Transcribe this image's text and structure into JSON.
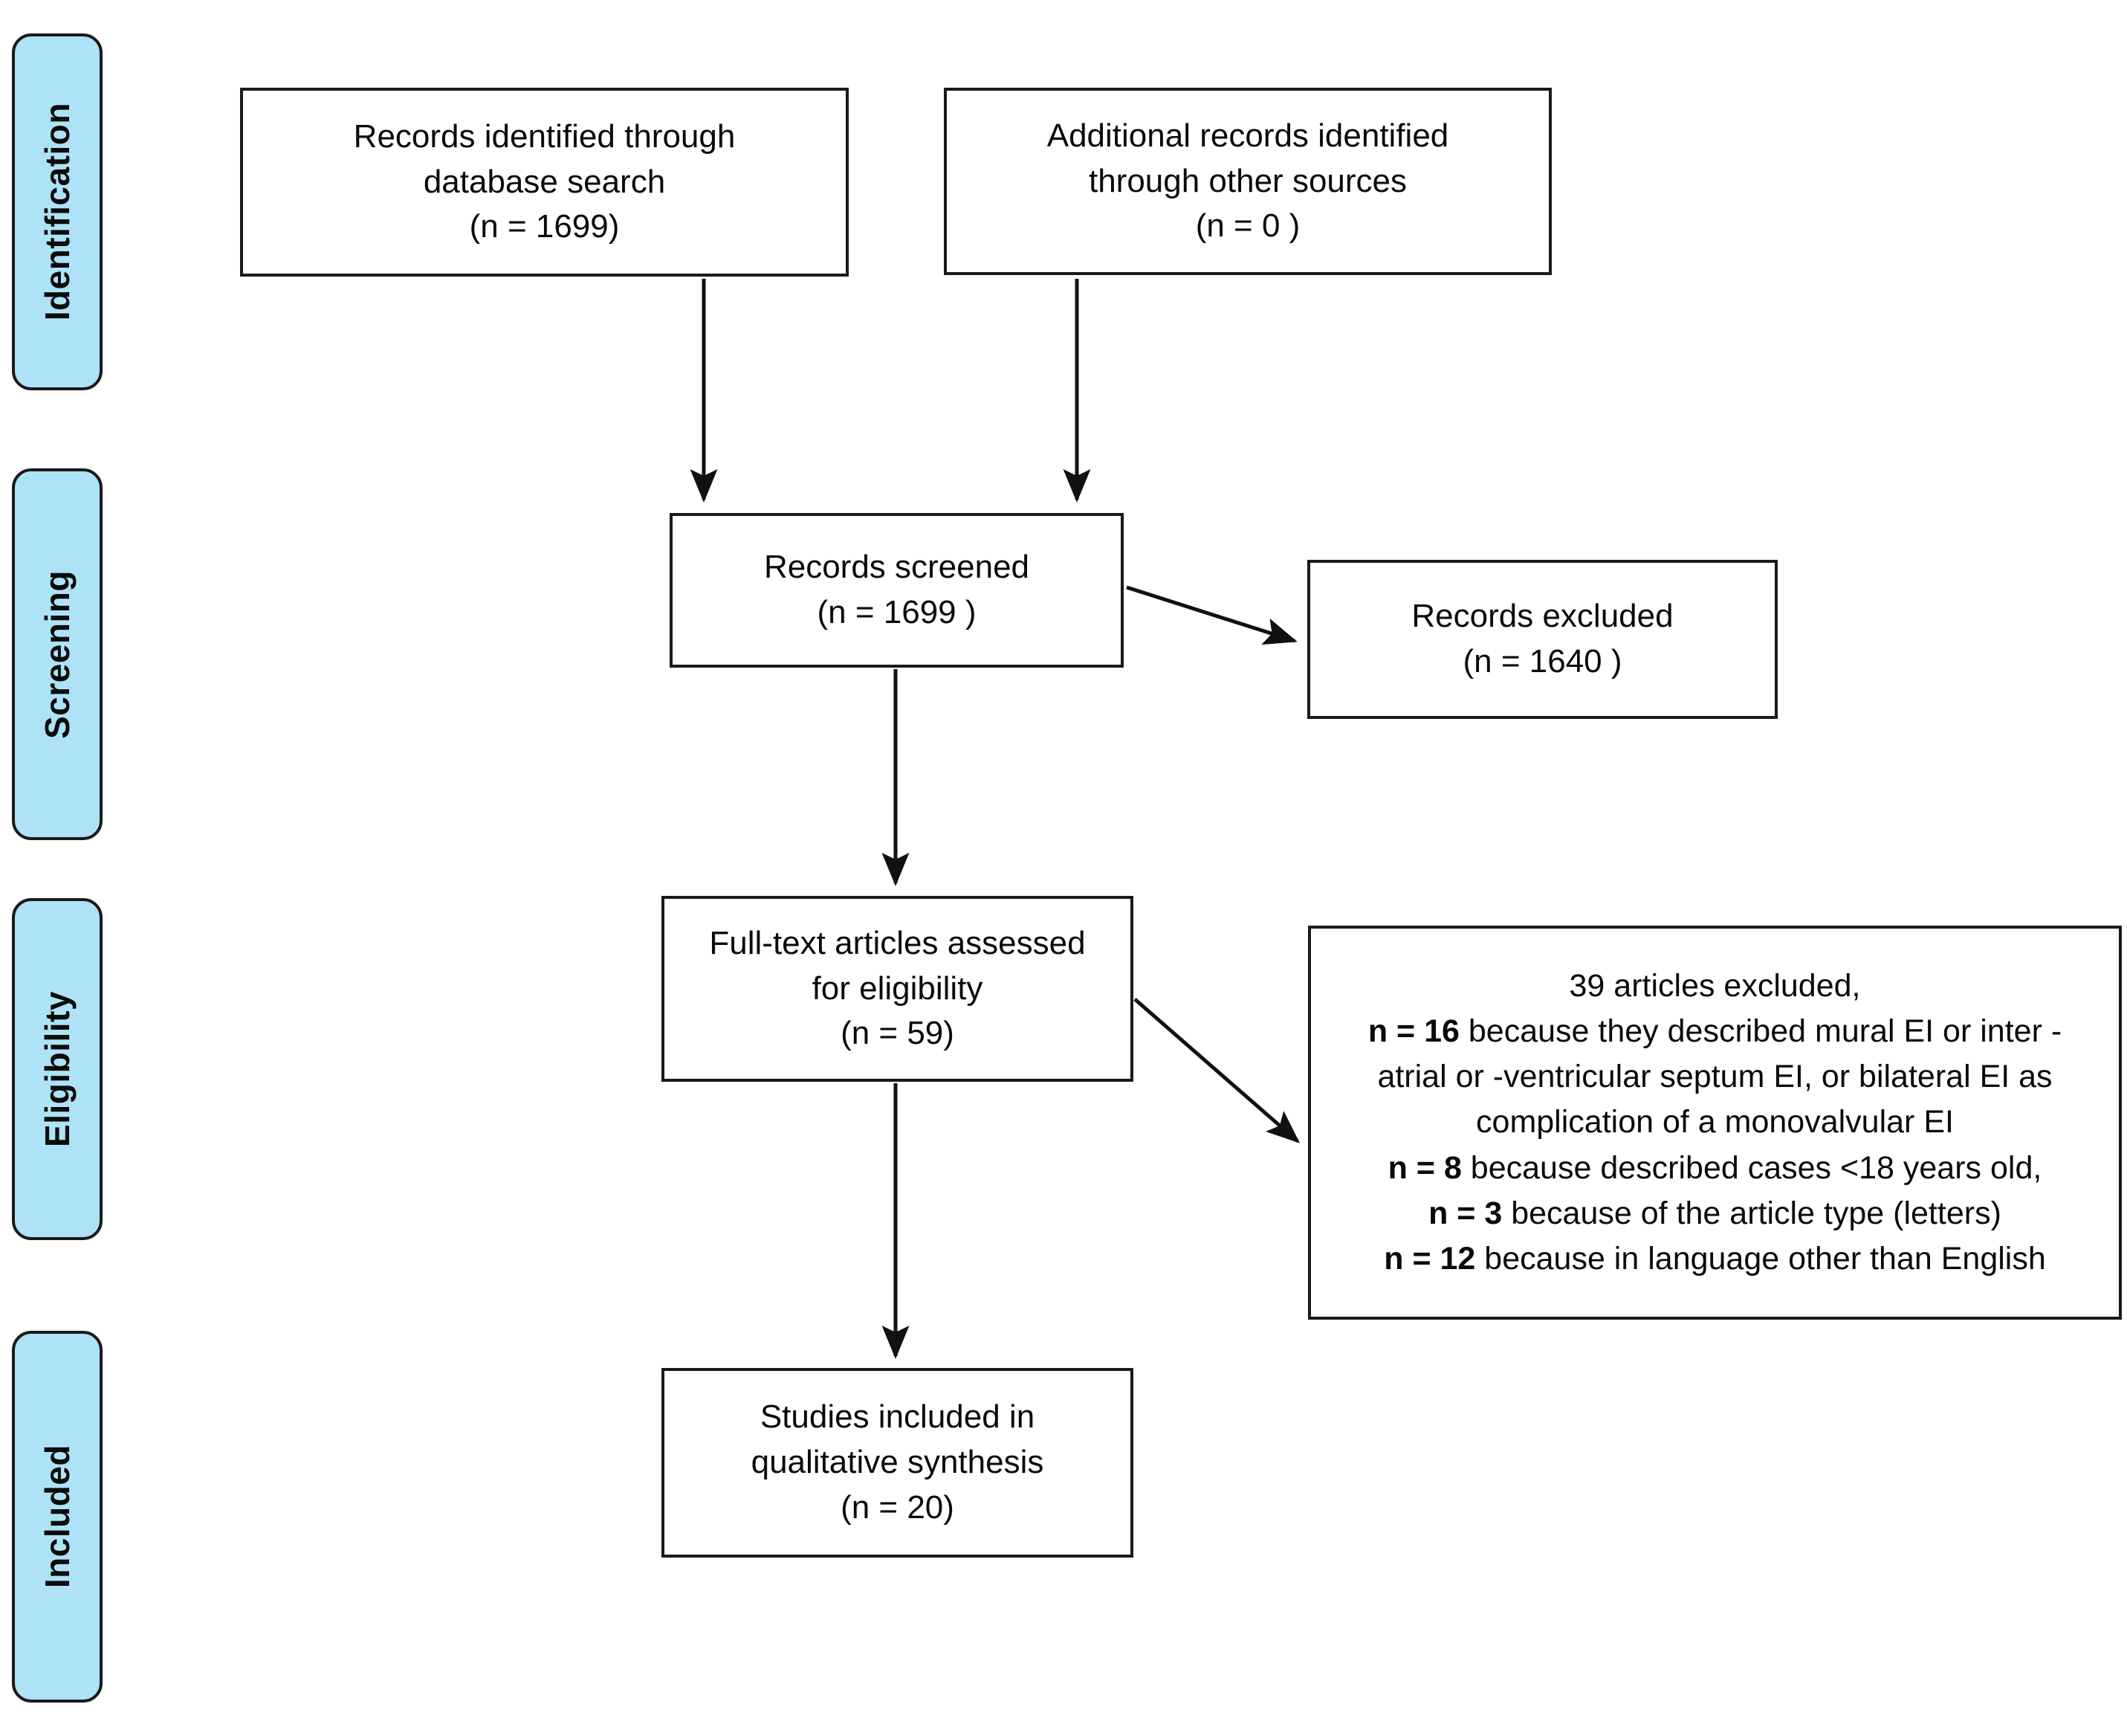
{
  "diagram": {
    "type": "prisma-flow-diagram",
    "title": "PRISMA flow diagram",
    "accent_color": "#AEE3F7",
    "line_color": "#1a1a1a",
    "background": "#ffffff"
  },
  "stages": [
    {
      "id": "identification",
      "label": "Identification"
    },
    {
      "id": "screening",
      "label": "Screening"
    },
    {
      "id": "eligibility",
      "label": "Eligibility"
    },
    {
      "id": "included",
      "label": "Included"
    }
  ],
  "boxes": {
    "records_database": {
      "lines": [
        "Records identified through",
        "database search",
        "(n = 1699)"
      ],
      "n": 1699
    },
    "records_other": {
      "lines": [
        "Additional records identified",
        "through other sources",
        "(n = 0 )"
      ],
      "n": 0
    },
    "records_screened": {
      "lines": [
        "Records screened",
        "(n =  1699 )"
      ],
      "n": 1699
    },
    "records_excluded": {
      "lines": [
        "Records excluded",
        "(n = 1640 )"
      ],
      "n": 1640
    },
    "fulltext_assessed": {
      "lines": [
        "Full-text articles assessed",
        "for eligibility",
        "(n = 59)"
      ],
      "n": 59
    },
    "studies_included": {
      "lines": [
        "Studies included in",
        "qualitative synthesis",
        "(n = 20)"
      ],
      "n": 20
    }
  },
  "exclusion_reasons": {
    "heading": "39 articles excluded,",
    "total_excluded": 39,
    "items": [
      {
        "n": 16,
        "n_label": "n = 16",
        "text_lines": [
          " because they described  mural EI or inter -",
          "atrial or  -ventricular septum EI, or bilateral EI as",
          "complication of a monovalvular EI"
        ]
      },
      {
        "n": 8,
        "n_label": "n = 8",
        "text_lines": [
          " because described cases <18 years old,"
        ]
      },
      {
        "n": 3,
        "n_label": "n = 3",
        "text_lines": [
          " because of the article type (letters)"
        ]
      },
      {
        "n": 12,
        "n_label": "n = 12",
        "text_lines": [
          " because in language other than English"
        ]
      }
    ]
  },
  "chart_data": {
    "type": "diagram",
    "title": "PRISMA flow diagram",
    "nodes": [
      {
        "id": "records_database",
        "stage": "Identification",
        "label": "Records identified through database search",
        "n": 1699
      },
      {
        "id": "records_other",
        "stage": "Identification",
        "label": "Additional records identified through other sources",
        "n": 0
      },
      {
        "id": "records_screened",
        "stage": "Screening",
        "label": "Records screened",
        "n": 1699
      },
      {
        "id": "records_excluded",
        "stage": "Screening",
        "label": "Records excluded",
        "n": 1640
      },
      {
        "id": "fulltext_assessed",
        "stage": "Eligibility",
        "label": "Full-text articles assessed for eligibility",
        "n": 59
      },
      {
        "id": "articles_excluded",
        "stage": "Eligibility",
        "label": "39 articles excluded",
        "n": 39
      },
      {
        "id": "studies_included",
        "stage": "Included",
        "label": "Studies included in qualitative synthesis",
        "n": 20
      }
    ],
    "edges": [
      {
        "from": "records_database",
        "to": "records_screened"
      },
      {
        "from": "records_other",
        "to": "records_screened"
      },
      {
        "from": "records_screened",
        "to": "records_excluded"
      },
      {
        "from": "records_screened",
        "to": "fulltext_assessed"
      },
      {
        "from": "fulltext_assessed",
        "to": "articles_excluded"
      },
      {
        "from": "fulltext_assessed",
        "to": "studies_included"
      }
    ]
  }
}
